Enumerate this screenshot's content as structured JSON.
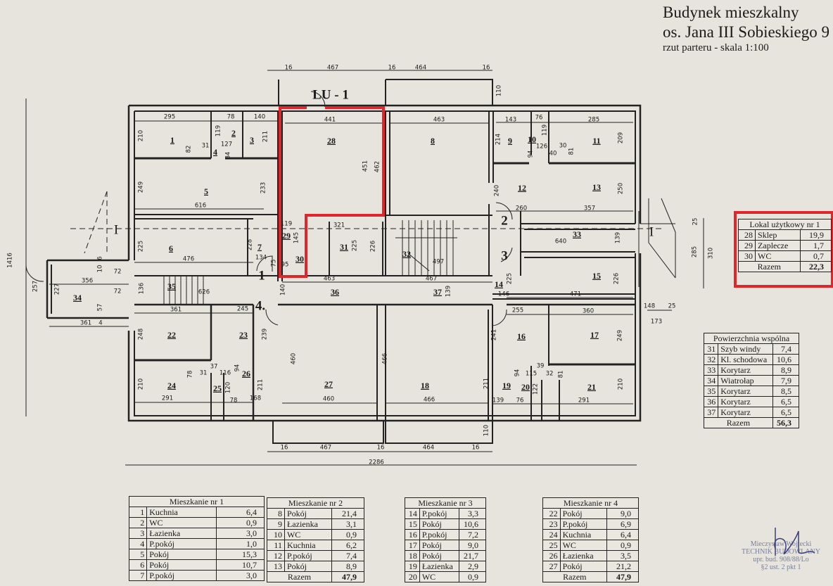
{
  "header": {
    "title_line1": "Budynek mieszkalny",
    "title_line2": "os. Jana III Sobieskiego 9",
    "subtitle": "rzut parteru - skala 1:100"
  },
  "plan": {
    "unit_label": "LU - 1",
    "section_marks": [
      "I",
      "I"
    ],
    "entrance_numbers": [
      "1",
      "2",
      "3",
      "4."
    ],
    "room_numbers": [
      "1",
      "2",
      "3",
      "4",
      "5",
      "6",
      "7",
      "28",
      "29",
      "30",
      "31",
      "32",
      "8",
      "9",
      "10",
      "11",
      "12",
      "13",
      "33",
      "15",
      "14",
      "35",
      "36",
      "37",
      "34",
      "22",
      "23",
      "24",
      "25",
      "26",
      "27",
      "18",
      "16",
      "17",
      "19",
      "20",
      "21"
    ],
    "dimensions": [
      "16",
      "467",
      "16",
      "464",
      "16",
      "110",
      "295",
      "78",
      "140",
      "210",
      "119",
      "31",
      "127",
      "82",
      "84",
      "211",
      "249",
      "233",
      "616",
      "441",
      "451",
      "462",
      "463",
      "119",
      "145",
      "321",
      "225",
      "226",
      "225",
      "228",
      "476",
      "134",
      "75",
      "95",
      "497",
      "143",
      "76",
      "285",
      "214",
      "119",
      "126",
      "30",
      "94",
      "40",
      "81",
      "209",
      "240",
      "260",
      "357",
      "250",
      "640",
      "139",
      "225",
      "146",
      "471",
      "226",
      "255",
      "360",
      "148",
      "25",
      "173",
      "25",
      "285",
      "310",
      "6",
      "10",
      "72",
      "356",
      "72",
      "136",
      "227",
      "257",
      "57",
      "361",
      "4",
      "626",
      "361",
      "245",
      "140",
      "463",
      "467",
      "139",
      "248",
      "239",
      "78",
      "31",
      "116",
      "37",
      "94",
      "210",
      "291",
      "78",
      "168",
      "120",
      "211",
      "460",
      "460",
      "466",
      "466",
      "241",
      "211",
      "139",
      "76",
      "122",
      "94",
      "115",
      "39",
      "32",
      "81",
      "249",
      "210",
      "291",
      "110",
      "16",
      "467",
      "16",
      "464",
      "16",
      "2286",
      "1416"
    ],
    "highlight_color": "#e0262b"
  },
  "tables": {
    "lokal": {
      "title": "Lokal użytkowy nr 1",
      "rows": [
        [
          "28",
          "Sklep",
          "19,9"
        ],
        [
          "29",
          "Zaplecze",
          "1,7"
        ],
        [
          "30",
          "WC",
          "0,7"
        ]
      ],
      "total_label": "Razem",
      "total": "22,3"
    },
    "wspolna": {
      "title": "Powierzchnia wspólna",
      "rows": [
        [
          "31",
          "Szyb windy",
          "7,4"
        ],
        [
          "32",
          "Kl. schodowa",
          "10,6"
        ],
        [
          "33",
          "Korytarz",
          "8,9"
        ],
        [
          "34",
          "Wiatrołap",
          "7,9"
        ],
        [
          "35",
          "Korytarz",
          "8,5"
        ],
        [
          "36",
          "Korytarz",
          "6,5"
        ],
        [
          "37",
          "Korytarz",
          "6,5"
        ]
      ],
      "total_label": "Razem",
      "total": "56,3"
    },
    "m1": {
      "title": "Mieszkanie nr 1",
      "rows": [
        [
          "1",
          "Kuchnia",
          "6,4"
        ],
        [
          "2",
          "WC",
          "0,9"
        ],
        [
          "3",
          "Łazienka",
          "3,0"
        ],
        [
          "4",
          "P.pokój",
          "1,0"
        ],
        [
          "5",
          "Pokój",
          "15,3"
        ],
        [
          "6",
          "Pokój",
          "10,7"
        ],
        [
          "7",
          "P.pokój",
          "3,0"
        ]
      ]
    },
    "m2": {
      "title": "Mieszkanie nr 2",
      "rows": [
        [
          "8",
          "Pokój",
          "21,4"
        ],
        [
          "9",
          "Łazienka",
          "3,1"
        ],
        [
          "10",
          "WC",
          "0,9"
        ],
        [
          "11",
          "Kuchnia",
          "6,2"
        ],
        [
          "12",
          "P.pokój",
          "7,4"
        ],
        [
          "13",
          "Pokój",
          "8,9"
        ]
      ],
      "total_label": "Razem",
      "total": "47,9"
    },
    "m3": {
      "title": "Mieszkanie nr 3",
      "rows": [
        [
          "14",
          "P.pokój",
          "3,3"
        ],
        [
          "15",
          "Pokój",
          "10,6"
        ],
        [
          "16",
          "P.pokój",
          "7,2"
        ],
        [
          "17",
          "Pokój",
          "9,0"
        ],
        [
          "18",
          "Pokój",
          "21,7"
        ],
        [
          "19",
          "Łazienka",
          "2,9"
        ],
        [
          "20",
          "WC",
          "0,9"
        ]
      ]
    },
    "m4": {
      "title": "Mieszkanie nr 4",
      "rows": [
        [
          "22",
          "Pokój",
          "9,0"
        ],
        [
          "23",
          "P.pokój",
          "6,9"
        ],
        [
          "24",
          "Kuchnia",
          "6,4"
        ],
        [
          "25",
          "WC",
          "0,9"
        ],
        [
          "26",
          "Łazienka",
          "3,5"
        ],
        [
          "27",
          "Pokój",
          "21,2"
        ]
      ],
      "total_label": "Razem",
      "total": "47,9"
    }
  },
  "stamp": {
    "lines": [
      "Mieczysław Wojtecki",
      "TECHNIK BUDOWLANY",
      "upr. bud. 908/88/Lo",
      "§2 ust. 2 pkt 1"
    ]
  }
}
